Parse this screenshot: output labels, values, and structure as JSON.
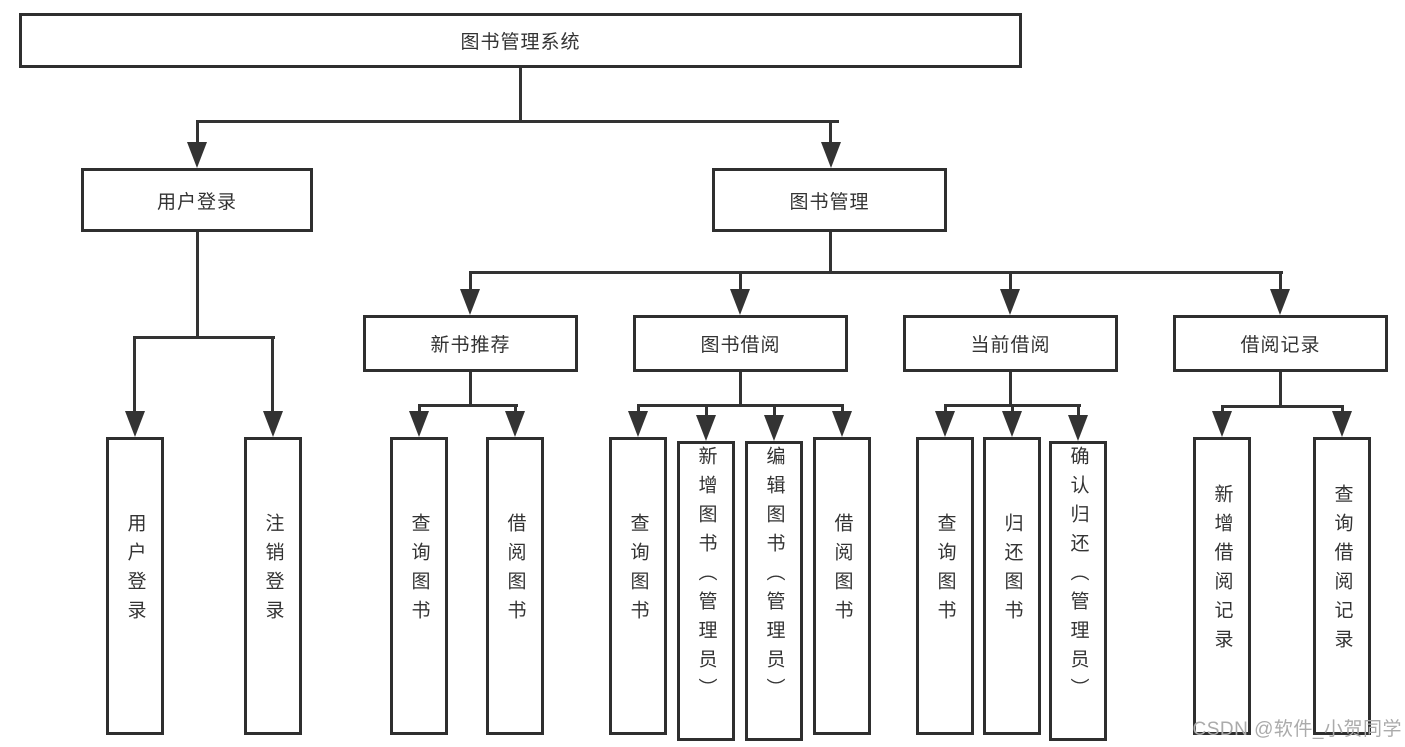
{
  "title": "图书管理系统",
  "watermark": "CSDN @软件_小贺同学",
  "colors": {
    "line": "#333333",
    "border": "#2f2f2f",
    "box_fill": "#ffffff",
    "text": "#333333",
    "watermark": "#ababab",
    "background": "#ffffff"
  },
  "nodes": {
    "root": {
      "label": "图书管理系统",
      "level": 1,
      "parent": null
    },
    "login": {
      "label": "用户登录",
      "level": 2,
      "parent": "root"
    },
    "mgmt": {
      "label": "图书管理",
      "level": 2,
      "parent": "root"
    },
    "rec": {
      "label": "新书推荐",
      "level": 3,
      "parent": "mgmt"
    },
    "borrow": {
      "label": "图书借阅",
      "level": 3,
      "parent": "mgmt"
    },
    "current": {
      "label": "当前借阅",
      "level": 3,
      "parent": "mgmt"
    },
    "records": {
      "label": "借阅记录",
      "level": 3,
      "parent": "mgmt"
    },
    "login_user": {
      "label": "用户登录",
      "level": 4,
      "parent": "login"
    },
    "login_logout": {
      "label": "注销登录",
      "level": 4,
      "parent": "login"
    },
    "rec_query": {
      "label": "查询图书",
      "level": 4,
      "parent": "rec"
    },
    "rec_borrow": {
      "label": "借阅图书",
      "level": 4,
      "parent": "rec"
    },
    "borrow_query": {
      "label": "查询图书",
      "level": 4,
      "parent": "borrow"
    },
    "borrow_add": {
      "label": "新增图书（管理员）",
      "level": 4,
      "parent": "borrow"
    },
    "borrow_edit": {
      "label": "编辑图书（管理员）",
      "level": 4,
      "parent": "borrow"
    },
    "borrow_lend": {
      "label": "借阅图书",
      "level": 4,
      "parent": "borrow"
    },
    "cur_query": {
      "label": "查询图书",
      "level": 4,
      "parent": "current"
    },
    "cur_return": {
      "label": "归还图书",
      "level": 4,
      "parent": "current"
    },
    "cur_confirm": {
      "label": "确认归还（管理员）",
      "level": 4,
      "parent": "current"
    },
    "records_add": {
      "label": "新增借阅记录",
      "level": 4,
      "parent": "records"
    },
    "records_query": {
      "label": "查询借阅记录",
      "level": 4,
      "parent": "records"
    }
  }
}
